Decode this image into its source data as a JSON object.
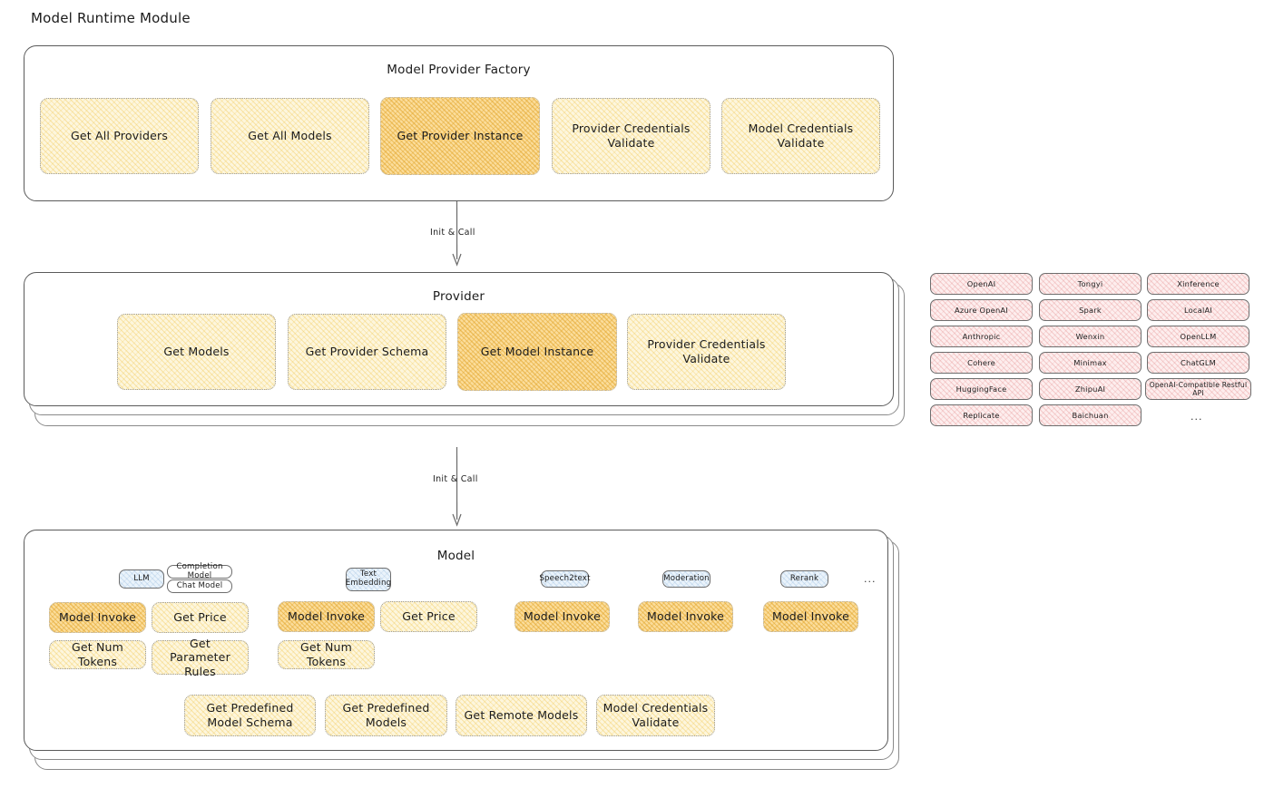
{
  "page": {
    "title": "Model Runtime Module"
  },
  "factory": {
    "title": "Model Provider Factory",
    "nodes": [
      {
        "label": "Get All Providers",
        "highlight": false
      },
      {
        "label": "Get All Models",
        "highlight": false
      },
      {
        "label": "Get Provider Instance",
        "highlight": true
      },
      {
        "label": "Provider Credentials Validate",
        "highlight": false
      },
      {
        "label": "Model Credentials Validate",
        "highlight": false
      }
    ]
  },
  "arrows": [
    {
      "label": "Init & Call"
    },
    {
      "label": "Init & Call"
    }
  ],
  "provider": {
    "title": "Provider",
    "nodes": [
      {
        "label": "Get Models",
        "highlight": false
      },
      {
        "label": "Get Provider Schema",
        "highlight": false
      },
      {
        "label": "Get Model Instance",
        "highlight": true
      },
      {
        "label": "Provider Credentials Validate",
        "highlight": false
      }
    ]
  },
  "provider_list": {
    "columns": [
      [
        "OpenAI",
        "Azure OpenAI",
        "Anthropic",
        "Cohere",
        "HuggingFace",
        "Replicate"
      ],
      [
        "Tongyi",
        "Spark",
        "Wenxin",
        "Minimax",
        "ZhipuAI",
        "Baichuan"
      ],
      [
        "Xinference",
        "LocalAI",
        "OpenLLM",
        "ChatGLM",
        "OpenAI-Compatible Restful API"
      ]
    ],
    "more": "..."
  },
  "model": {
    "title": "Model",
    "more": "...",
    "types": [
      {
        "name": "LLM",
        "sub_chips": [
          "Completion Model",
          "Chat Model"
        ],
        "ops": [
          {
            "label": "Model Invoke",
            "highlight": true
          },
          {
            "label": "Get Price",
            "highlight": false
          },
          {
            "label": "Get Num Tokens",
            "highlight": false
          },
          {
            "label": "Get Parameter Rules",
            "highlight": false
          }
        ]
      },
      {
        "name": "Text Embedding",
        "sub_chips": [],
        "ops": [
          {
            "label": "Model Invoke",
            "highlight": true
          },
          {
            "label": "Get Price",
            "highlight": false
          },
          {
            "label": "Get Num Tokens",
            "highlight": false
          }
        ]
      },
      {
        "name": "Speech2text",
        "sub_chips": [],
        "ops": [
          {
            "label": "Model Invoke",
            "highlight": true
          }
        ]
      },
      {
        "name": "Moderation",
        "sub_chips": [],
        "ops": [
          {
            "label": "Model Invoke",
            "highlight": true
          }
        ]
      },
      {
        "name": "Rerank",
        "sub_chips": [],
        "ops": [
          {
            "label": "Model Invoke",
            "highlight": true
          }
        ]
      }
    ],
    "common_ops": [
      {
        "label": "Get Predefined Model Schema"
      },
      {
        "label": "Get Predefined Models"
      },
      {
        "label": "Get Remote Models"
      },
      {
        "label": "Model Credentials Validate"
      }
    ]
  }
}
